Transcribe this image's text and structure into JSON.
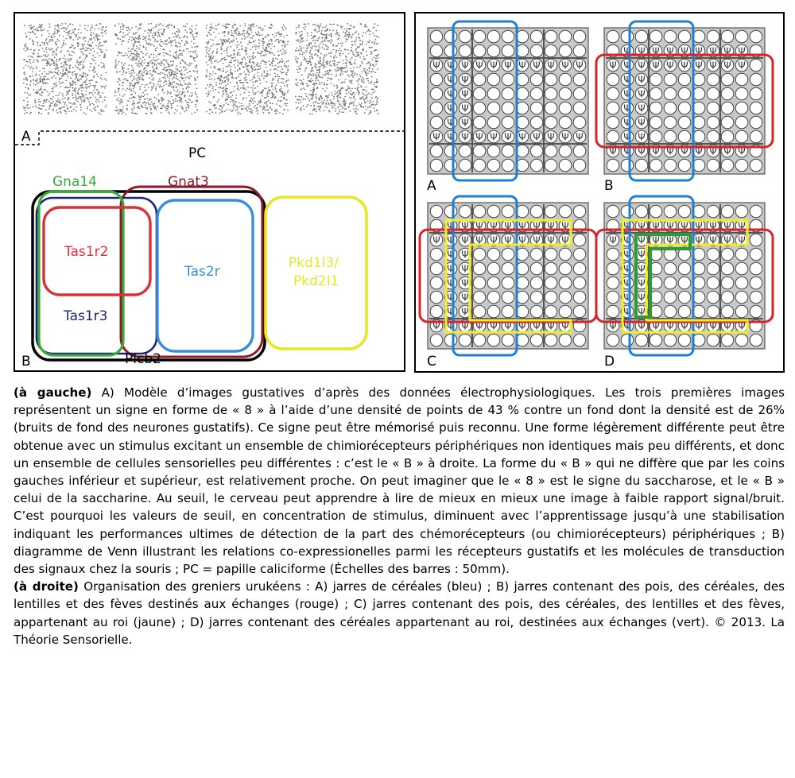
{
  "left_figure": {
    "panel_a_label": "A",
    "panel_b_label": "B",
    "pc_label": "PC",
    "venn": {
      "gna14": "Gna14",
      "gnat3": "Gnat3",
      "tas1r2": "Tas1r2",
      "tas1r3": "Tas1r3",
      "tas2r": "Tas2r",
      "pkd_line1": "Pkd1l3/",
      "pkd_line2": "Pkd2l1",
      "plcb2": "Plcb2"
    },
    "colors": {
      "gna14": "#3aa935",
      "gnat3": "#8b1a2b",
      "tas1r2": "#d9303a",
      "tas1r3": "#1d237a",
      "tas2r": "#3b8fd9",
      "pkd": "#e6e62a",
      "plcb2": "#000000"
    }
  },
  "right_figure": {
    "panel_labels": [
      "A",
      "B",
      "C",
      "D"
    ],
    "jar_symbol": "Ψ",
    "colors": {
      "cereals_blue": "#1f7fd1",
      "exchange_red": "#d8232a",
      "king_yellow": "#f2ec2a",
      "king_exchange_green": "#2a9b35"
    }
  },
  "caption": {
    "left_heading": "(à gauche)",
    "left_text": " A) Modèle d’images gustatives d’après des données électrophysiologiques. Les trois premières images représentent un signe en forme de « 8 » à l’aide d’une densité de points de 43 % contre un fond dont la densité est de 26% (bruits de fond des neurones gustatifs). Ce signe peut être mémorisé puis reconnu. Une forme légèrement différente peut être obtenue avec un stimulus excitant un ensemble de chimiorécepteurs périphériques non identiques mais peu différents, et donc un ensemble de cellules sensorielles peu différentes : c’est le « B » à droite. La forme du « B » qui ne diffère que par les coins gauches inférieur et supérieur, est relativement proche. On peut imaginer que le « 8 » est le signe du saccharose, et le « B » celui de la saccharine. Au seuil, le cerveau peut apprendre à lire de mieux en mieux une image à faible rapport signal/bruit. C’est pourquoi les valeurs de seuil, en concentration de stimulus, diminuent avec l’apprentissage jusqu’à une stabilisation indiquant les performances ultimes de détection de la part des chémorécepteurs (ou chimiorécepteurs) périphériques ; B) diagramme de Venn illustrant les relations co-expressionelles parmi les récepteurs gustatifs et les molécules de transduction des signaux chez la souris ; PC = papille caliciforme (Échelles des barres : 50mm).",
    "right_heading": "(à droite)",
    "right_text": " Organisation des greniers urukéens : A) jarres de céréales (bleu) ; B) jarres contenant des pois, des céréales, des lentilles et des fèves destinés aux échanges (rouge) ; C) jarres contenant des pois, des céréales, des lentilles et des fèves, appartenant au roi (jaune) ; D) jarres contenant des céréales appartenant au roi, destinées aux échanges (vert). © 2013. La Théorie Sensorielle."
  }
}
